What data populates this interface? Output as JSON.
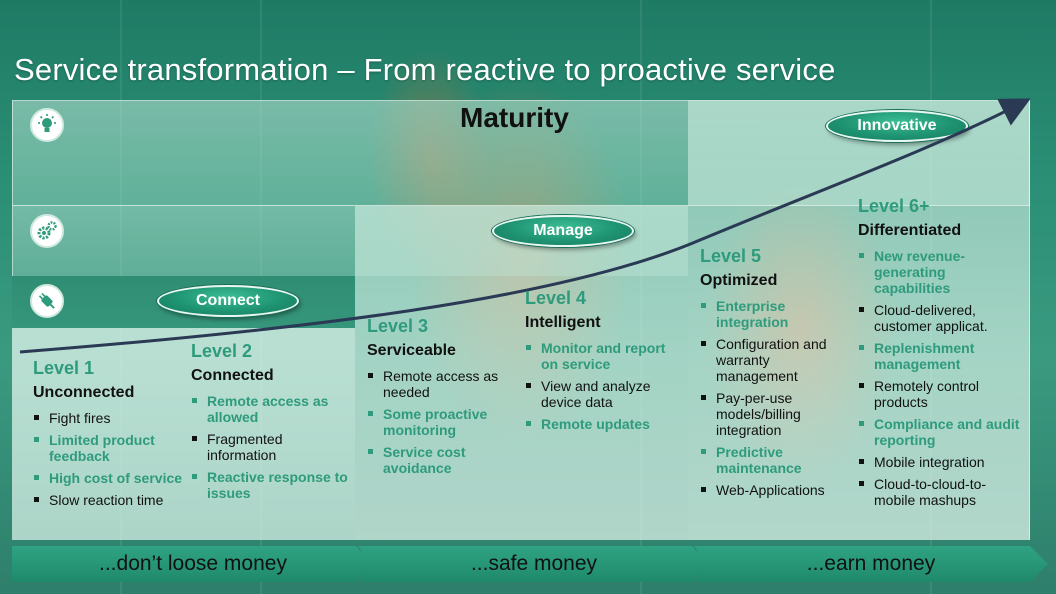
{
  "title": "Service transformation – From reactive to proactive service",
  "maturity_label": "Maturity",
  "pills": {
    "connect": "Connect",
    "manage": "Manage",
    "innovative": "Innovative"
  },
  "icons": [
    "lightbulb-icon",
    "gears-icon",
    "plug-icon"
  ],
  "levels": [
    {
      "num": "Level 1",
      "name": "Unconnected",
      "items": [
        "Fight fires",
        "Limited product feedback",
        "High cost of service",
        "Slow reaction time"
      ]
    },
    {
      "num": "Level 2",
      "name": "Connected",
      "items": [
        "Remote access as allowed",
        "Fragmented information",
        "Reactive response to issues"
      ]
    },
    {
      "num": "Level 3",
      "name": "Serviceable",
      "items": [
        "Remote access as needed",
        "Some proactive monitoring",
        "Service cost avoidance"
      ]
    },
    {
      "num": "Level 4",
      "name": "Intelligent",
      "items": [
        "Monitor and report on service",
        "View and analyze device data",
        "Remote updates"
      ]
    },
    {
      "num": "Level 5",
      "name": "Optimized",
      "items": [
        "Enterprise integration",
        "Configuration and warranty management",
        "Pay-per-use models/billing integration",
        "Predictive maintenance",
        "Web-Applications"
      ]
    },
    {
      "num": "Level 6+",
      "name": "Differentiated",
      "items": [
        "New revenue-generating capabilities",
        "Cloud-delivered, customer applicat.",
        "Replenishment management",
        "Remotely control products",
        "Compliance and audit reporting",
        "Mobile integration",
        "Cloud-to-cloud-to-mobile mashups"
      ]
    }
  ],
  "arrows": [
    "...don’t loose money",
    "...safe money",
    "...earn money"
  ],
  "colors": {
    "accent_green": "#2e9b7c",
    "pill_green": "#1f9472",
    "text_dark": "#111111",
    "title_white": "#ffffff"
  }
}
